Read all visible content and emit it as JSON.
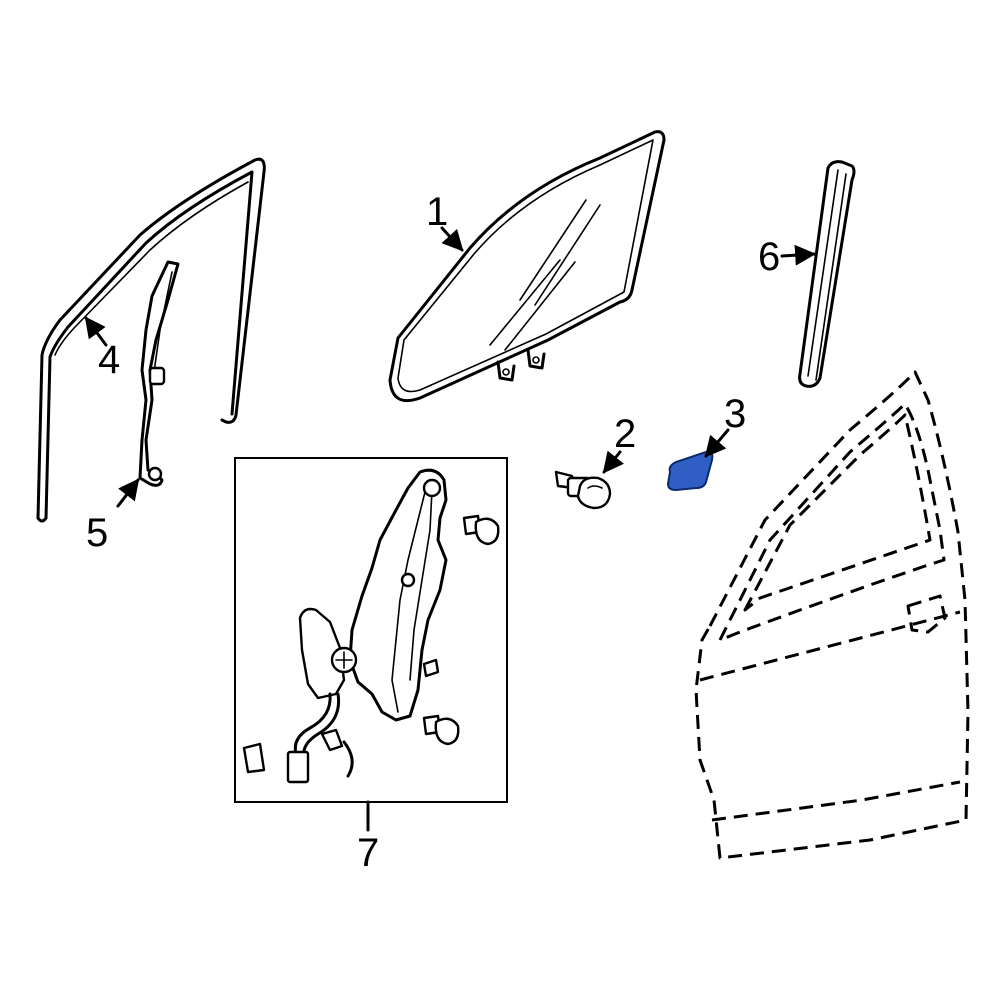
{
  "callouts": [
    {
      "id": "1",
      "label": "1"
    },
    {
      "id": "2",
      "label": "2"
    },
    {
      "id": "3",
      "label": "3"
    },
    {
      "id": "4",
      "label": "4"
    },
    {
      "id": "5",
      "label": "5"
    },
    {
      "id": "6",
      "label": "6"
    },
    {
      "id": "7",
      "label": "7"
    }
  ],
  "colors": {
    "line": "#000000",
    "highlight_fill": "#2f5fc4",
    "highlight_stroke": "#0a2a6e",
    "background": "#ffffff"
  }
}
